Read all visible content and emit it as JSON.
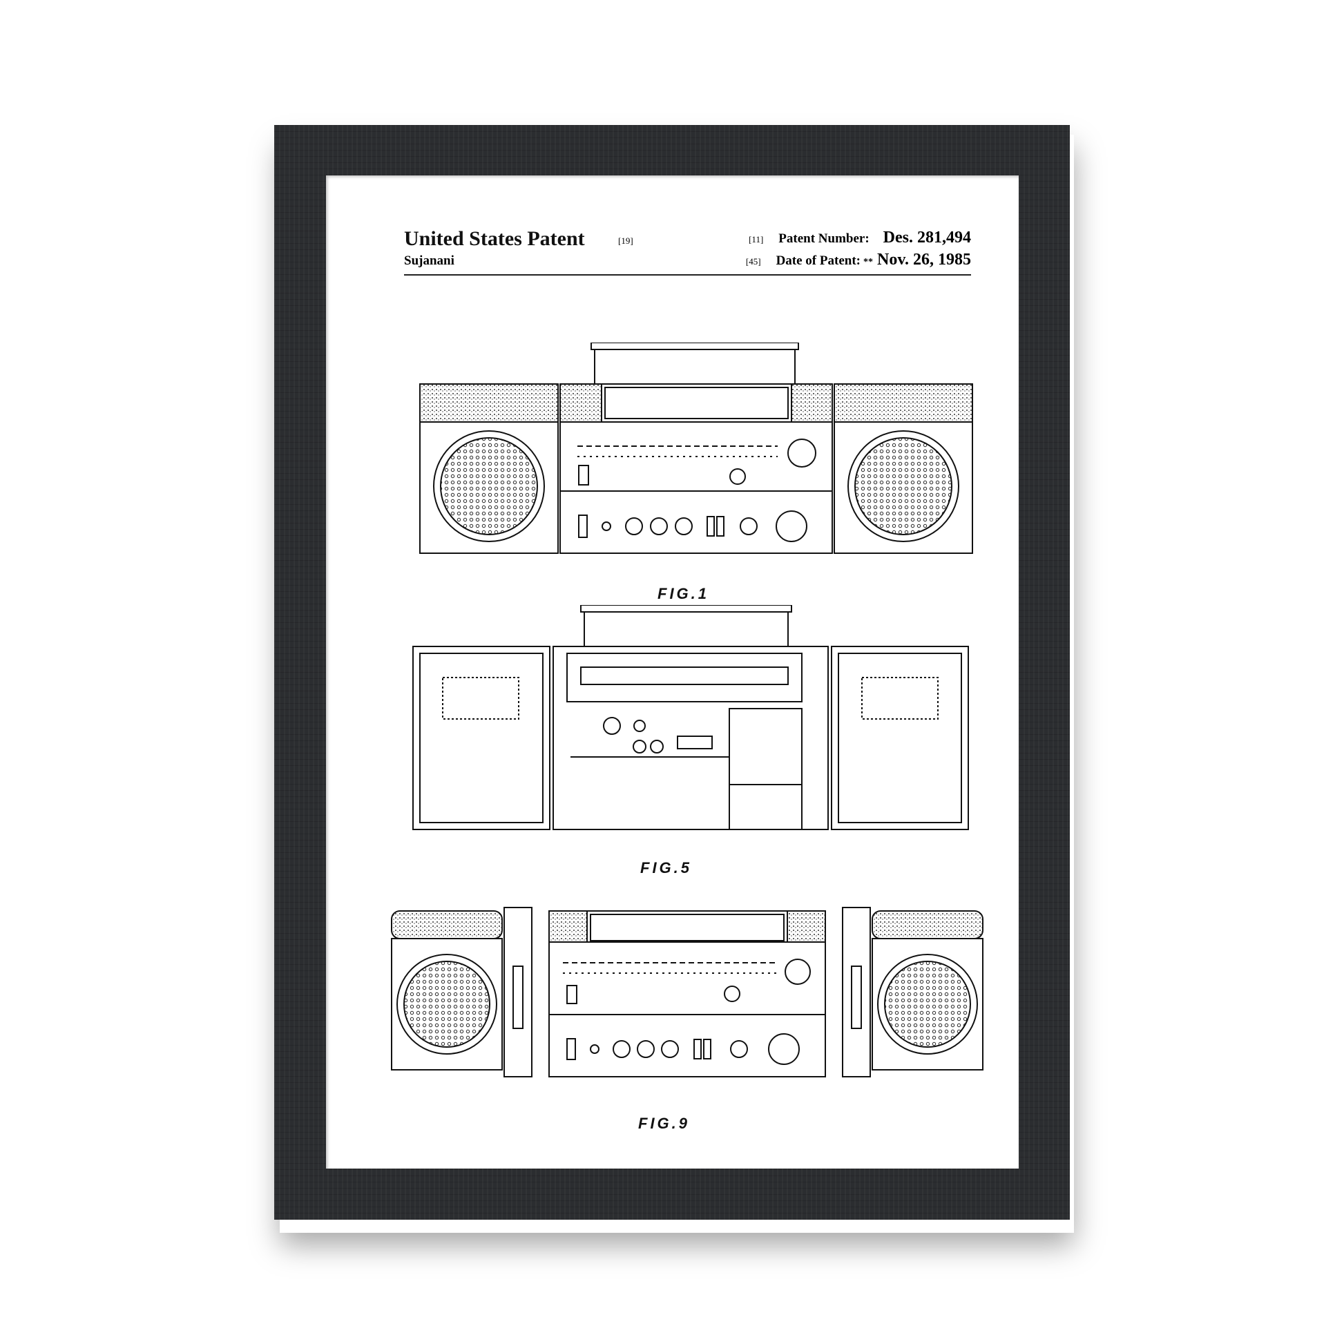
{
  "header": {
    "title": "United States Patent",
    "title_ref": "[19]",
    "inventor": "Sujanani",
    "patent_number_ref": "[11]",
    "patent_number_label": "Patent Number:",
    "patent_number": "Des. 281,494",
    "date_ref": "[45]",
    "date_label": "Date of Patent:",
    "date_marker": "**",
    "date": "Nov. 26, 1985"
  },
  "figures": [
    {
      "label": "FIG.1"
    },
    {
      "label": "FIG.5"
    },
    {
      "label": "FIG.9"
    }
  ]
}
